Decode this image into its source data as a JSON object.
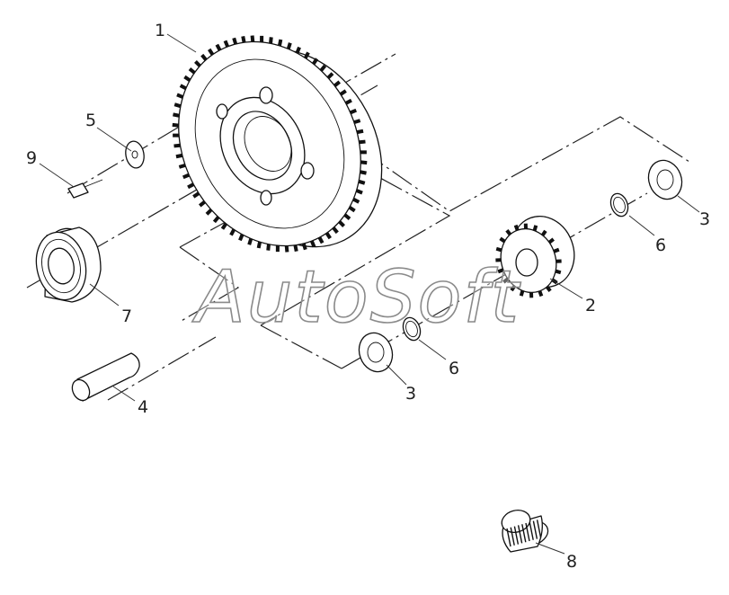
{
  "watermark": "AutoSoft",
  "callouts": [
    {
      "id": "1",
      "label": "1"
    },
    {
      "id": "2",
      "label": "2"
    },
    {
      "id": "3a",
      "label": "3"
    },
    {
      "id": "3b",
      "label": "3"
    },
    {
      "id": "4",
      "label": "4"
    },
    {
      "id": "5",
      "label": "5"
    },
    {
      "id": "6a",
      "label": "6"
    },
    {
      "id": "6b",
      "label": "6"
    },
    {
      "id": "7",
      "label": "7"
    },
    {
      "id": "8",
      "label": "8"
    },
    {
      "id": "9",
      "label": "9"
    }
  ],
  "colors": {
    "line": "#111111",
    "watermark_stroke": "#8a8a8a",
    "background": "#ffffff"
  }
}
